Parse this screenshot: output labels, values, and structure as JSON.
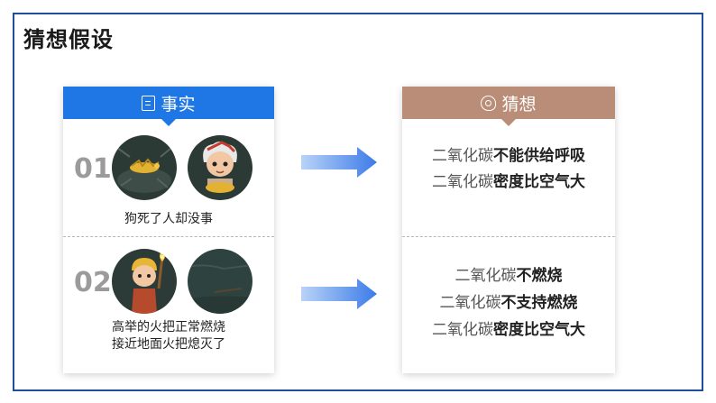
{
  "slide": {
    "title": "猜想假设"
  },
  "facts": {
    "header": "事实",
    "icon": "document-icon",
    "items": [
      {
        "number": "01",
        "text": "狗死了人却没事"
      },
      {
        "number": "02",
        "text_line1": "高举的火把正常燃烧",
        "text_line2": "接近地面火把熄灭了"
      }
    ]
  },
  "guesses": {
    "header": "猜想",
    "icon": "head-icon",
    "group1": [
      {
        "plain": "二氧化碳",
        "bold": "不能供给呼吸"
      },
      {
        "plain": "二氧化碳",
        "bold": "密度比空气大"
      }
    ],
    "group2": [
      {
        "plain": "二氧化碳",
        "bold": "不燃烧"
      },
      {
        "plain": "二氧化碳",
        "bold": "不支持燃烧"
      },
      {
        "plain": "二氧化碳",
        "bold": "密度比空气大"
      }
    ]
  },
  "colors": {
    "frame": "#1f4e9c",
    "facts_header": "#1f77e6",
    "guess_header": "#b98d78",
    "arrow": "#3b7be8"
  }
}
